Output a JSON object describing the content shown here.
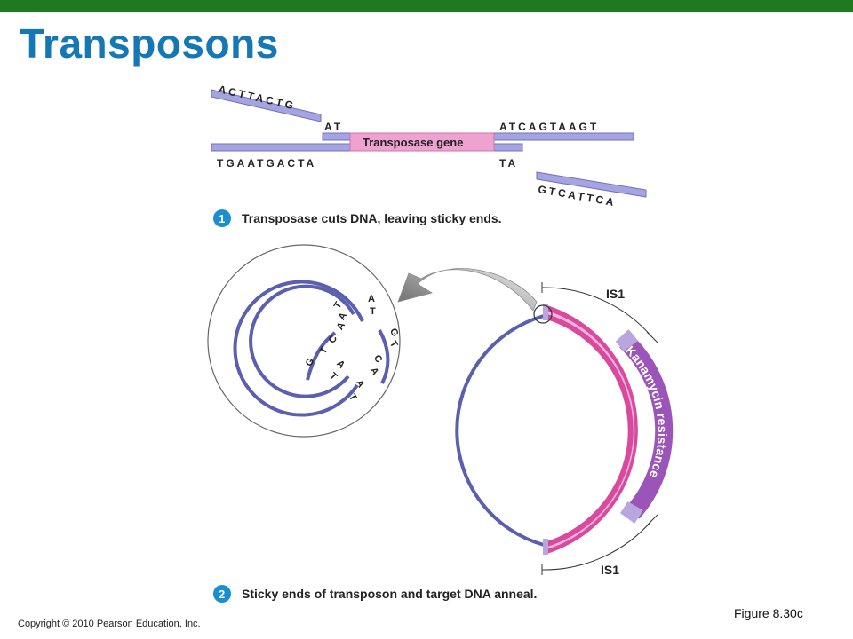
{
  "title": "Transposons",
  "figure_label": "Figure 8.30c",
  "copyright": "Copyright © 2010 Pearson Education, Inc.",
  "colors": {
    "header_bar": "#1f7a1f",
    "title": "#1478b4",
    "dna_strand": "#8e8ed6",
    "gene_pink": "#e88bc4",
    "circle_strand": "#5b5fb0",
    "transposon_pink": "#d84a9e",
    "kanamycin_purple": "#9b55b8",
    "step_badge": "#1a8fd0"
  },
  "linear_dna": {
    "cut_top_left": "ACTTACTG",
    "top_sticky_left": "AT",
    "top_right": "ATCAGTAAGT",
    "bottom_left": "TGAATGACTA",
    "bottom_sticky_right": "TA",
    "cut_bottom_right": "GTCATTCA",
    "gene_label": "Transposase gene"
  },
  "steps": [
    {
      "number": "1",
      "text": "Transposase cuts DNA, leaving sticky ends."
    },
    {
      "number": "2",
      "text": "Sticky ends of transposon and target DNA anneal."
    }
  ],
  "plasmid": {
    "is_top": "IS1",
    "is_bottom": "IS1",
    "resistance_label": "Kanamycin resistance"
  },
  "inset": {
    "letters": [
      "A",
      "T",
      "T",
      "A",
      "A",
      "C",
      "T",
      "G",
      "G",
      "T",
      "C",
      "A",
      "A",
      "T",
      "A",
      "T"
    ]
  }
}
